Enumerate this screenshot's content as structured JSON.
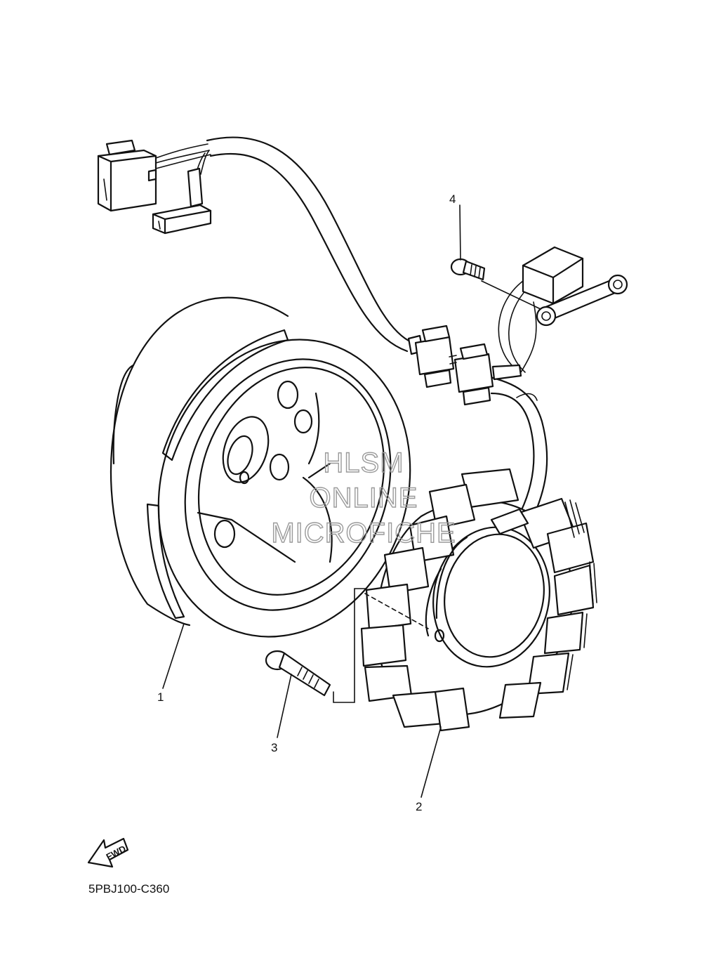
{
  "callouts": [
    "1",
    "2",
    "3",
    "4"
  ],
  "watermark": [
    "HLSM",
    "ONLINE",
    "MICROFICHE"
  ],
  "fwd_label": "FWD",
  "diagram_code": "5PBJ100-C360",
  "colors": {
    "line": "#111111",
    "watermark": "#9a9a9a",
    "background": "#ffffff"
  }
}
